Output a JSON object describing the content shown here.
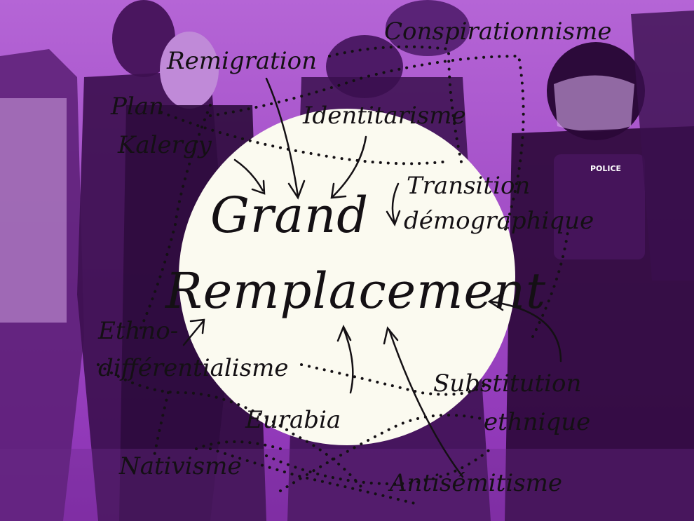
{
  "image": {
    "colors": {
      "background": "#9a3fc0",
      "figures_dark": "#3d1050",
      "figures_mid": "#6a2a85",
      "highlight": "#c98ae0",
      "circle": "#fbfaf0",
      "ink": "#141014",
      "badge": "#ffffff"
    }
  },
  "labels": {
    "title_line1": "Grand",
    "title_line2": "Remplacement",
    "remigration": "Remigration",
    "conspirationnisme": "Conspirationnisme",
    "plan": "Plan",
    "kalergy": "Kalergy",
    "identitarisme": "Identitarisme",
    "transition": "Transition",
    "demographique": "démographique",
    "ethno": "Ethno-",
    "differentialisme": "différentialisme",
    "substitution": "Substitution",
    "ethnique": "ethnique",
    "eurabia": "Eurabia",
    "nativisme": "Nativisme",
    "antisemitisme": "Antisémitisme"
  },
  "photo": {
    "badge_text": "POLICE"
  }
}
